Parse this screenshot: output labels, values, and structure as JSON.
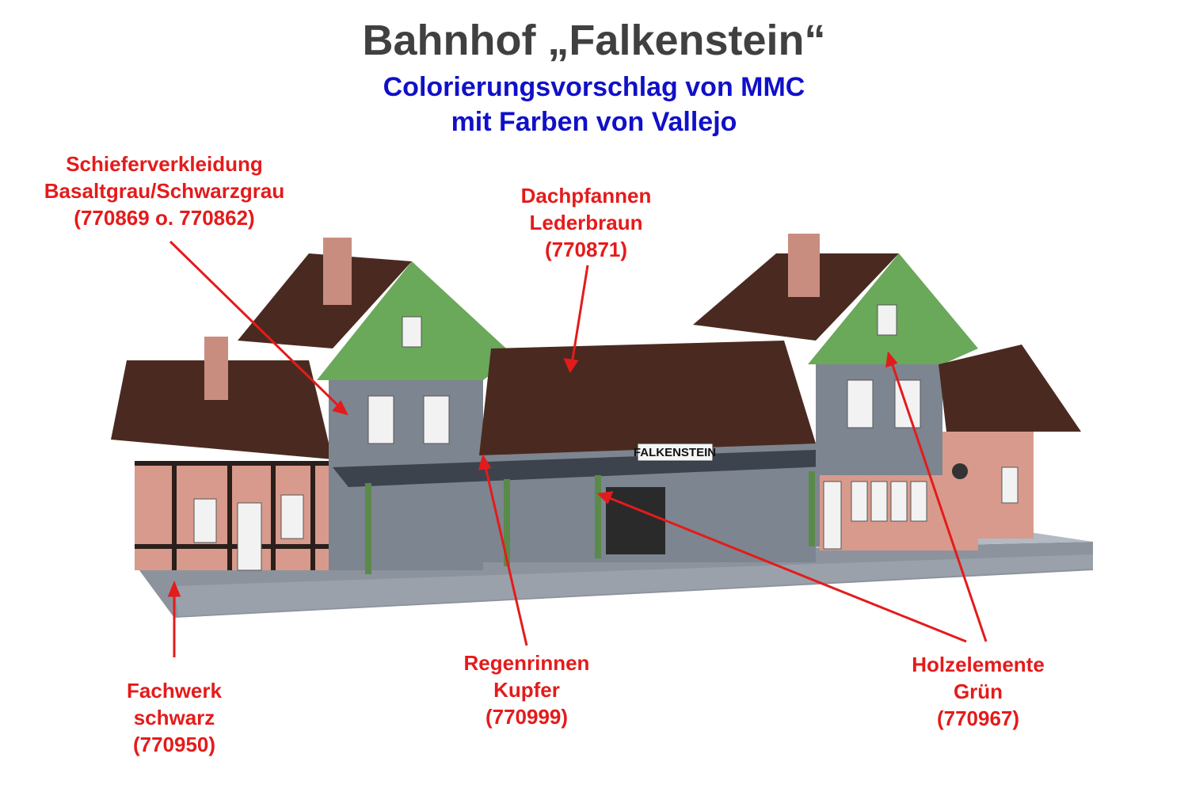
{
  "header": {
    "title": "Bahnhof „Falkenstein“",
    "subtitle_line1": "Colorierungsvorschlag von MMC",
    "subtitle_line2": "mit Farben von Vallejo"
  },
  "callouts": {
    "schiefer": {
      "line1": "Schieferverkleidung",
      "line2": "Basaltgrau/Schwarzgrau",
      "line3": "(770869 o. 770862)"
    },
    "dach": {
      "line1": "Dachpfannen",
      "line2": "Lederbraun",
      "line3": "(770871)"
    },
    "fachwerk": {
      "line1": "Fachwerk",
      "line2": "schwarz",
      "line3": "(770950)"
    },
    "regen": {
      "line1": "Regenrinnen",
      "line2": "Kupfer",
      "line3": "(770999)"
    },
    "holz": {
      "line1": "Holzelemente",
      "line2": "Grün",
      "line3": "(770967)"
    }
  },
  "station_sign": "FALKENSTEIN",
  "colors": {
    "title": "#404040",
    "subtitle": "#1010c8",
    "callout": "#e41b1b",
    "roof": "#4a2a20",
    "green_wood": "#6aa85a",
    "slate": "#7d8590",
    "brick": "#d89a8c",
    "platform": "#a9b0bb"
  }
}
